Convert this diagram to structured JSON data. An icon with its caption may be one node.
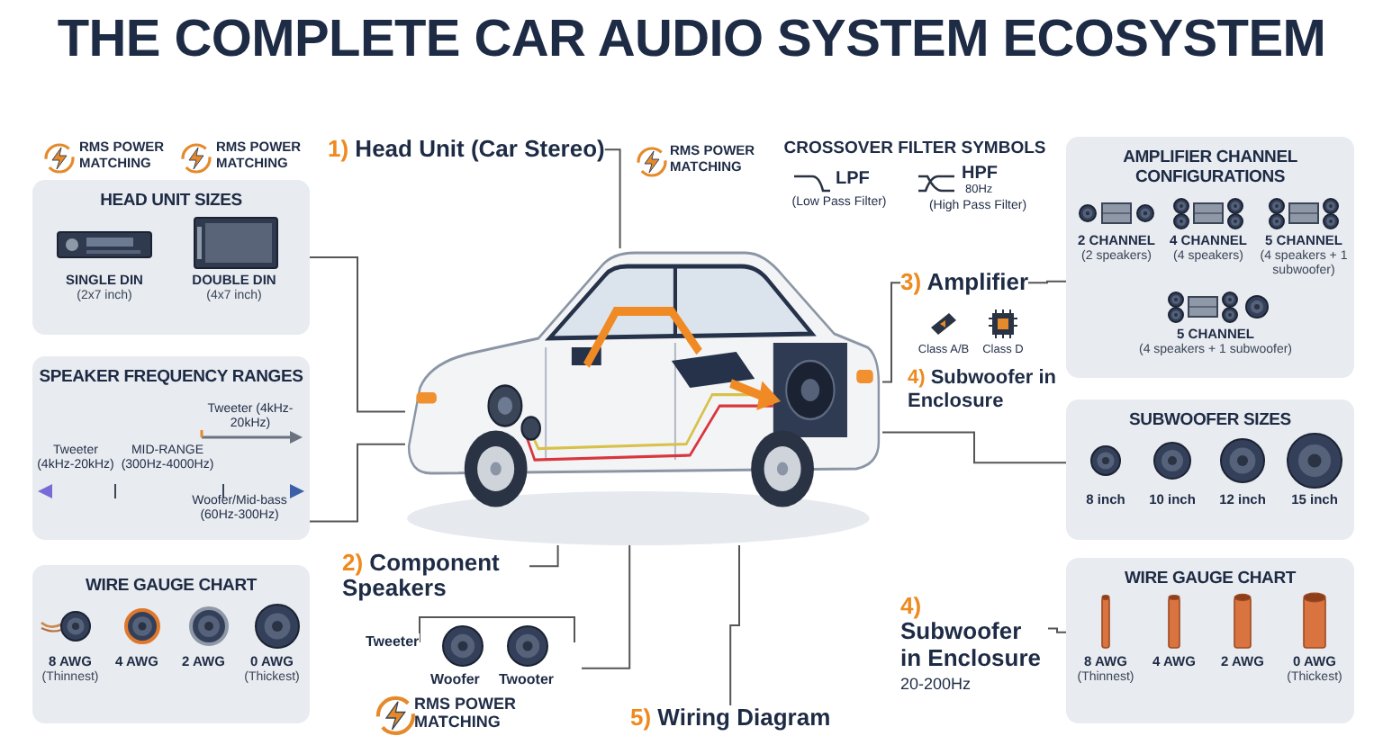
{
  "diagram": {
    "title": "THE COMPLETE CAR AUDIO SYSTEM ECOSYSTEM",
    "nodes": [
      {
        "text": [
          "HEAD UNIT SIZES"
        ]
      },
      {
        "text": [
          "SINGLE DIN",
          "(2x7 inch)"
        ],
        "in": 0
      },
      {
        "text": [
          "DOUBLE DIN",
          "(4x7 inch)"
        ],
        "in": 0
      },
      {
        "text": [
          "SPEAKER FREQUENCY RANGES"
        ]
      },
      {
        "text": [
          "WIRE GAUGE CHART"
        ]
      },
      {
        "text": [
          "8 AWG",
          "(Thinnest)"
        ],
        "in": 4
      },
      {
        "text": [
          "4 AWG"
        ],
        "in": 4
      },
      {
        "text": [
          "2 AWG"
        ],
        "in": 4
      },
      {
        "text": [
          "0 AWG",
          "(Thickest)"
        ],
        "in": 4
      },
      {
        "text": [
          "1) Head Unit (Car Stereo)"
        ]
      },
      {
        "text": [],
        "shape": "picture"
      },
      {
        "text": [
          "2) Component Speakers"
        ]
      },
      {
        "text": [
          "Tweeter",
          "Woofer",
          "Twooter"
        ]
      },
      {
        "text": [
          "3) Amplifier"
        ]
      },
      {
        "text": [
          "AMPLIFIER CHANNEL CONFIGURATIONS"
        ]
      },
      {
        "text": [
          "2 CHANNEL",
          "(2 speakers)"
        ],
        "in": 14
      },
      {
        "text": [
          "4 CHANNEL",
          "(4 speakers)"
        ],
        "in": 14
      },
      {
        "text": [
          "5 CHANNEL",
          "(4 speakers + 1 subwoofer)"
        ],
        "in": 14
      },
      {
        "text": [
          "5 CHANNEL",
          "(4 speakers + 1 subwoofer)"
        ],
        "in": 14
      },
      {
        "text": [
          "SUBWOOFER SIZES"
        ]
      },
      {
        "text": [
          "8 inch"
        ],
        "in": 19
      },
      {
        "text": [
          "10 inch"
        ],
        "in": 19
      },
      {
        "text": [
          "12 inch"
        ],
        "in": 19
      },
      {
        "text": [
          "15 inch"
        ],
        "in": 19
      },
      {
        "text": [
          "WIRE GAUGE CHART"
        ]
      },
      {
        "text": [
          "8 AWG",
          "(Thinnest)"
        ],
        "in": 24
      },
      {
        "text": [
          "4 AWG"
        ],
        "in": 24
      },
      {
        "text": [
          "2 AWG"
        ],
        "in": 24
      },
      {
        "text": [
          "0 AWG",
          "(Thickest)"
        ],
        "in": 24
      },
      {
        "text": [
          "4) Subwoofer in Enclosure",
          "20-200Hz"
        ]
      },
      {
        "text": [
          "5) Wiring Diagram"
        ]
      }
    ],
    "edges": [
      {
        "from": 0,
        "to": 10,
        "arrow": "none"
      },
      {
        "from": 3,
        "to": 10,
        "arrow": "none"
      },
      {
        "from": 9,
        "to": 10,
        "arrow": "none"
      },
      {
        "from": 11,
        "to": 10,
        "arrow": "none"
      },
      {
        "from": 12,
        "to": 10,
        "arrow": "none"
      },
      {
        "from": 13,
        "to": 10,
        "arrow": "none"
      },
      {
        "from": 13,
        "to": 14,
        "arrow": "none"
      },
      {
        "from": 19,
        "to": 10,
        "arrow": "none"
      },
      {
        "from": 29,
        "to": 24,
        "arrow": "none"
      },
      {
        "from": 30,
        "to": 10,
        "arrow": "none"
      }
    ],
    "labels": [
      "RMS POWER MATCHING",
      "RMS POWER MATCHING",
      "RMS POWER MATCHING",
      "CROSSOVER FILTER SYMBOLS",
      "LPF",
      "(Low Pass Filter)",
      "HPF",
      "80Hz",
      "(High Pass Filter)",
      "Tweeter (4kHz-20kHz)",
      "Tweeter (4kHz-20kHz)",
      "MID-RANGE (300Hz-4000Hz)",
      "Woofer/Mid-bass (60Hz-300Hz)",
      "Class A/B",
      "Class D",
      "4) Subwoofer in Enclosure",
      "RMS POWER MATCHING"
    ]
  }
}
